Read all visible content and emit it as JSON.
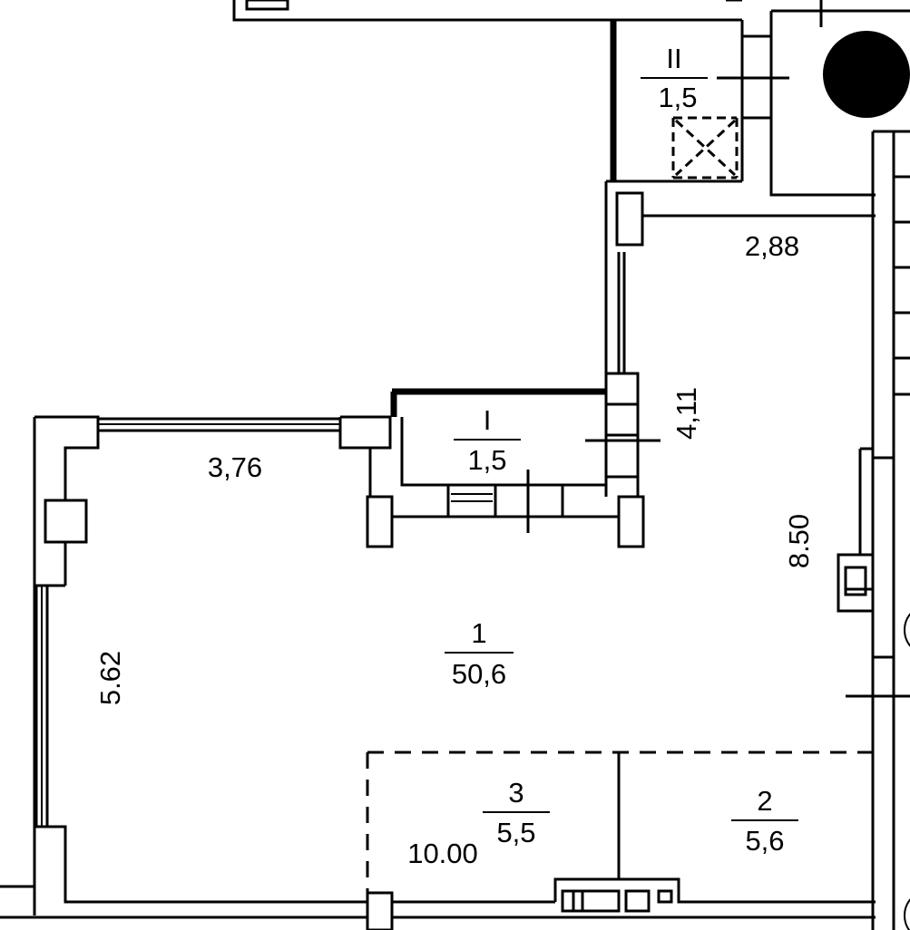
{
  "rooms": {
    "balcony_1": {
      "number": "I",
      "area": "1,5"
    },
    "balcony_2": {
      "number": "II",
      "area": "1,5"
    },
    "room_1": {
      "number": "1",
      "area": "50,6"
    },
    "room_2": {
      "number": "2",
      "area": "5,6"
    },
    "room_3": {
      "number": "3",
      "area": "5,5"
    }
  },
  "dimensions": {
    "top_corridor": "2,88",
    "balcony_width": "3,76",
    "left_wall": "5.62",
    "balcony_height": "4,11",
    "right_wall": "8.50",
    "bottom_width": "10.00"
  },
  "colors": {
    "ink": "#000000",
    "paper": "#ffffff"
  }
}
